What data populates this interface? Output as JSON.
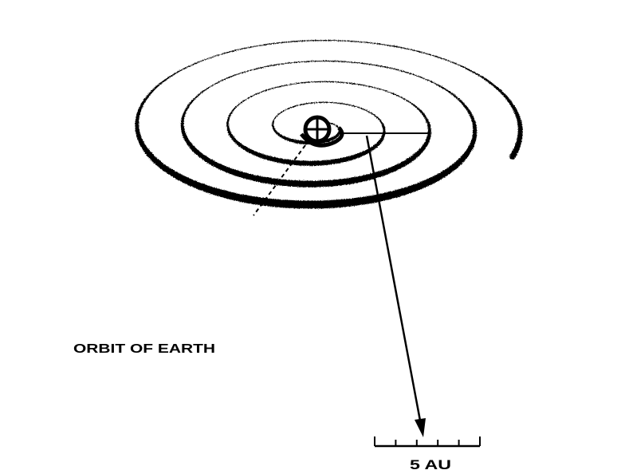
{
  "labels": {
    "orbit_label": "ORBIT OF EARTH",
    "scale_label": "5 AU"
  },
  "scale_bar": {
    "divisions": 5
  },
  "colors": {
    "ink": "#000000",
    "background": "#ffffff"
  }
}
